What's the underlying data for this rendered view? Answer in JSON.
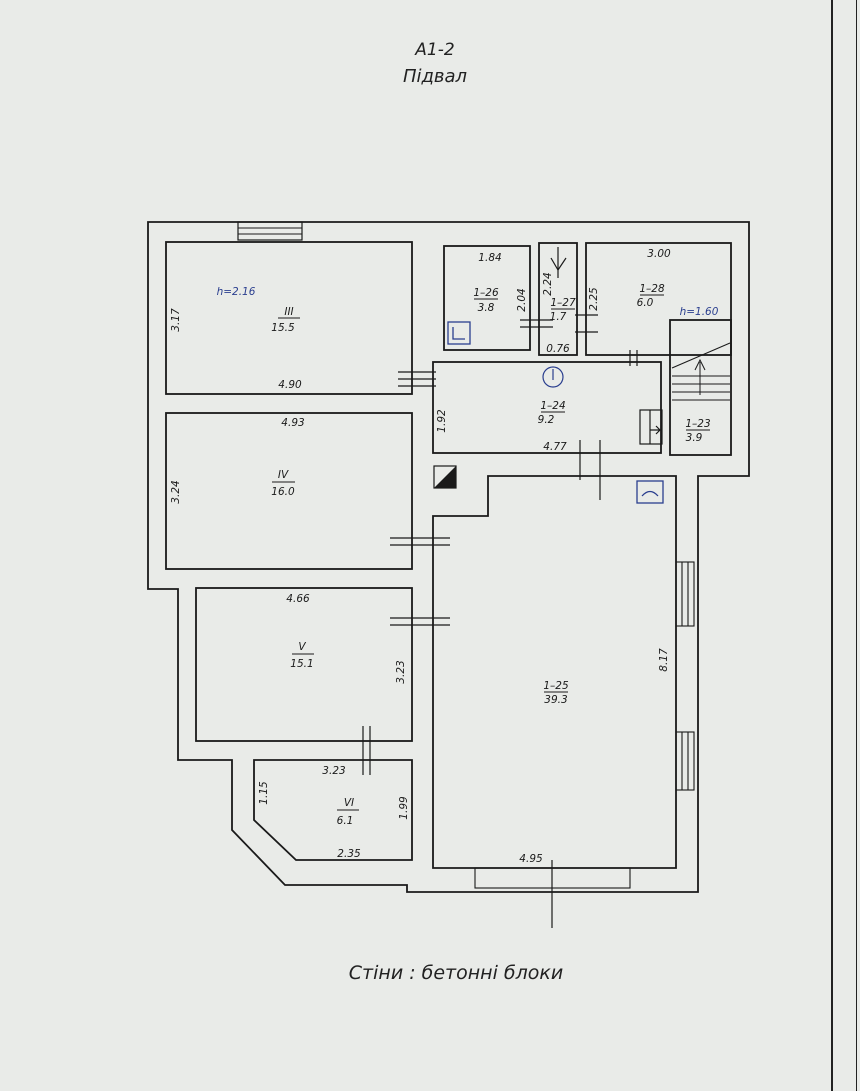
{
  "sheet": {
    "code": "А1-2",
    "floor_name": "Підвал",
    "walls_note": "Стіни : бетонні блоки"
  },
  "rooms": [
    {
      "id": "III",
      "area": "15.5",
      "height": "h=2.16",
      "dims": [
        "3.17",
        "4.90"
      ]
    },
    {
      "id": "IV",
      "area": "16.0",
      "dims": [
        "4.93",
        "3.24"
      ]
    },
    {
      "id": "V",
      "area": "15.1",
      "dims": [
        "4.66",
        "3.23"
      ]
    },
    {
      "id": "VI",
      "area": "6.1",
      "dims": [
        "3.23",
        "1.15",
        "1.99",
        "2.35"
      ]
    },
    {
      "id": "1–26",
      "area": "3.8",
      "dims": [
        "1.84",
        "2.04"
      ]
    },
    {
      "id": "1–27",
      "area": "1.7",
      "dims": [
        "2.24",
        "0.76"
      ]
    },
    {
      "id": "1–28",
      "area": "6.0",
      "dims": [
        "3.00",
        "2.25"
      ],
      "height": "h=1.60"
    },
    {
      "id": "1–24",
      "area": "9.2",
      "dims": [
        "1.92",
        "4.77"
      ]
    },
    {
      "id": "1–23",
      "area": "3.9"
    },
    {
      "id": "1–25",
      "area": "39.3",
      "dims": [
        "8.17",
        "4.95"
      ]
    }
  ],
  "colors": {
    "ink": "#1a1a1a",
    "paper": "#e9ebe8",
    "blue_ink": "#2b3f8f"
  },
  "icons": [
    "sink-icon",
    "toilet-icon",
    "boiler-icon",
    "electrical-panel-icon",
    "stairs-arrow-icon"
  ]
}
